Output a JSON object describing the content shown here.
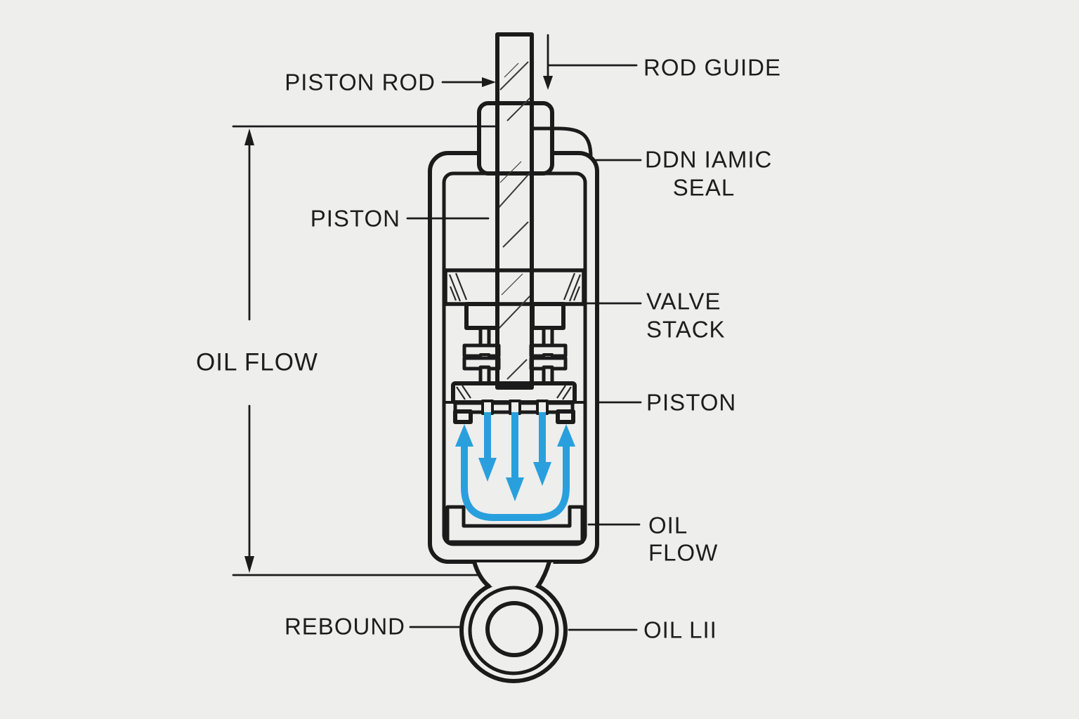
{
  "diagram": {
    "type": "shock-absorber-cross-section",
    "colors": {
      "background": "#eeeeec",
      "line": "#1b1b1b",
      "text": "#1d1d1d",
      "flow": "#29a0dd"
    },
    "labels": {
      "piston_rod": "PISTON ROD",
      "rod_guide": "ROD GUIDE",
      "seal_line1": "DDN IAMIC",
      "seal_line2": "SEAL",
      "piston_upper": "PISTON",
      "valve_stack_line1": "VALVE",
      "valve_stack_line2": "STACK",
      "piston_lower": "PISTON",
      "oil_flow_dimension": "OIL FLOW",
      "oil_flow_line1": "OIL",
      "oil_flow_line2": "FLOW",
      "rebound": "REBOUND",
      "oil_mount": "OIL LII"
    }
  }
}
